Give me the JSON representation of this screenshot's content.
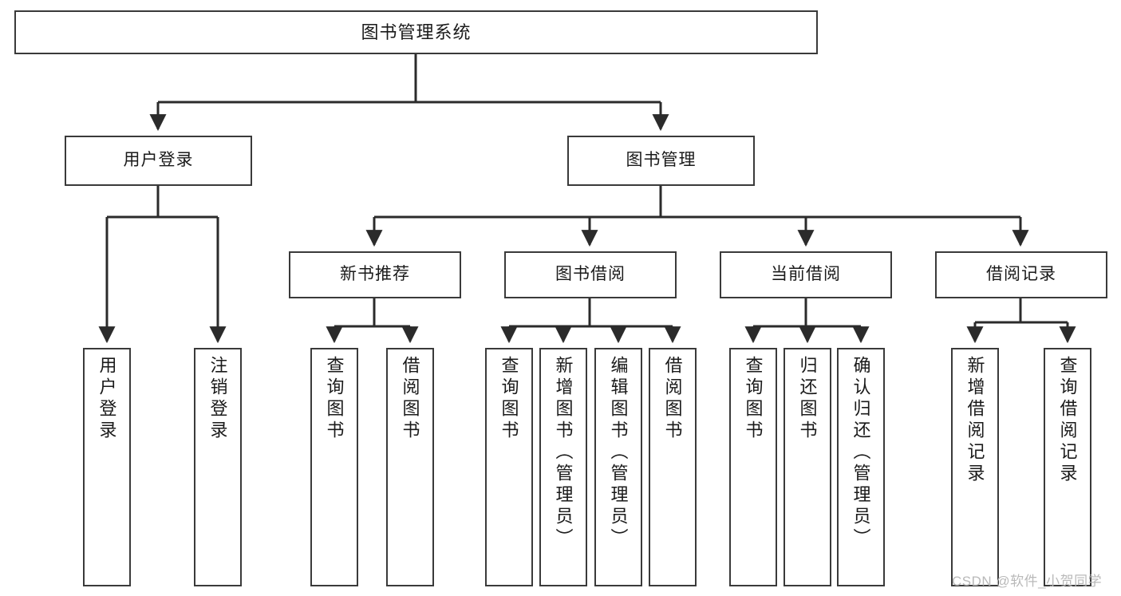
{
  "diagram": {
    "title": "图书管理系统",
    "type": "tree-hierarchy-diagram",
    "colors": {
      "box_border": "#3a3a3a",
      "box_fill": "#ffffff",
      "edge": "#2b2b2b",
      "text": "#1a1a1a",
      "watermark": "#b9b9b9"
    },
    "root": {
      "id": "root",
      "label": "图书管理系统"
    },
    "level2": [
      {
        "id": "user-login",
        "label": "用户登录"
      },
      {
        "id": "book-management",
        "label": "图书管理"
      }
    ],
    "level3": [
      {
        "id": "new-book-recommend",
        "label": "新书推荐"
      },
      {
        "id": "book-borrow",
        "label": "图书借阅"
      },
      {
        "id": "current-borrow",
        "label": "当前借阅"
      },
      {
        "id": "borrow-record",
        "label": "借阅记录"
      }
    ],
    "leaves": {
      "user_login": [
        {
          "id": "leaf-user-login",
          "label": "用户登录"
        },
        {
          "id": "leaf-logout-login",
          "label": "注销登录"
        }
      ],
      "new_book_recommend": [
        {
          "id": "leaf-query-book-1",
          "label": "查询图书"
        },
        {
          "id": "leaf-borrow-book-1",
          "label": "借阅图书"
        }
      ],
      "book_borrow": [
        {
          "id": "leaf-query-book-2",
          "label": "查询图书"
        },
        {
          "id": "leaf-add-book",
          "label": "新增图书（管理员）"
        },
        {
          "id": "leaf-edit-book",
          "label": "编辑图书（管理员）"
        },
        {
          "id": "leaf-borrow-book-2",
          "label": "借阅图书"
        }
      ],
      "current_borrow": [
        {
          "id": "leaf-query-book-3",
          "label": "查询图书"
        },
        {
          "id": "leaf-return-book",
          "label": "归还图书"
        },
        {
          "id": "leaf-confirm-return",
          "label": "确认归还（管理员）"
        }
      ],
      "borrow_record": [
        {
          "id": "leaf-add-borrow-record",
          "label": "新增借阅记录"
        },
        {
          "id": "leaf-query-borrow-record",
          "label": "查询借阅记录"
        }
      ]
    }
  },
  "watermark": {
    "text": "CSDN @软件_小贺同学"
  }
}
